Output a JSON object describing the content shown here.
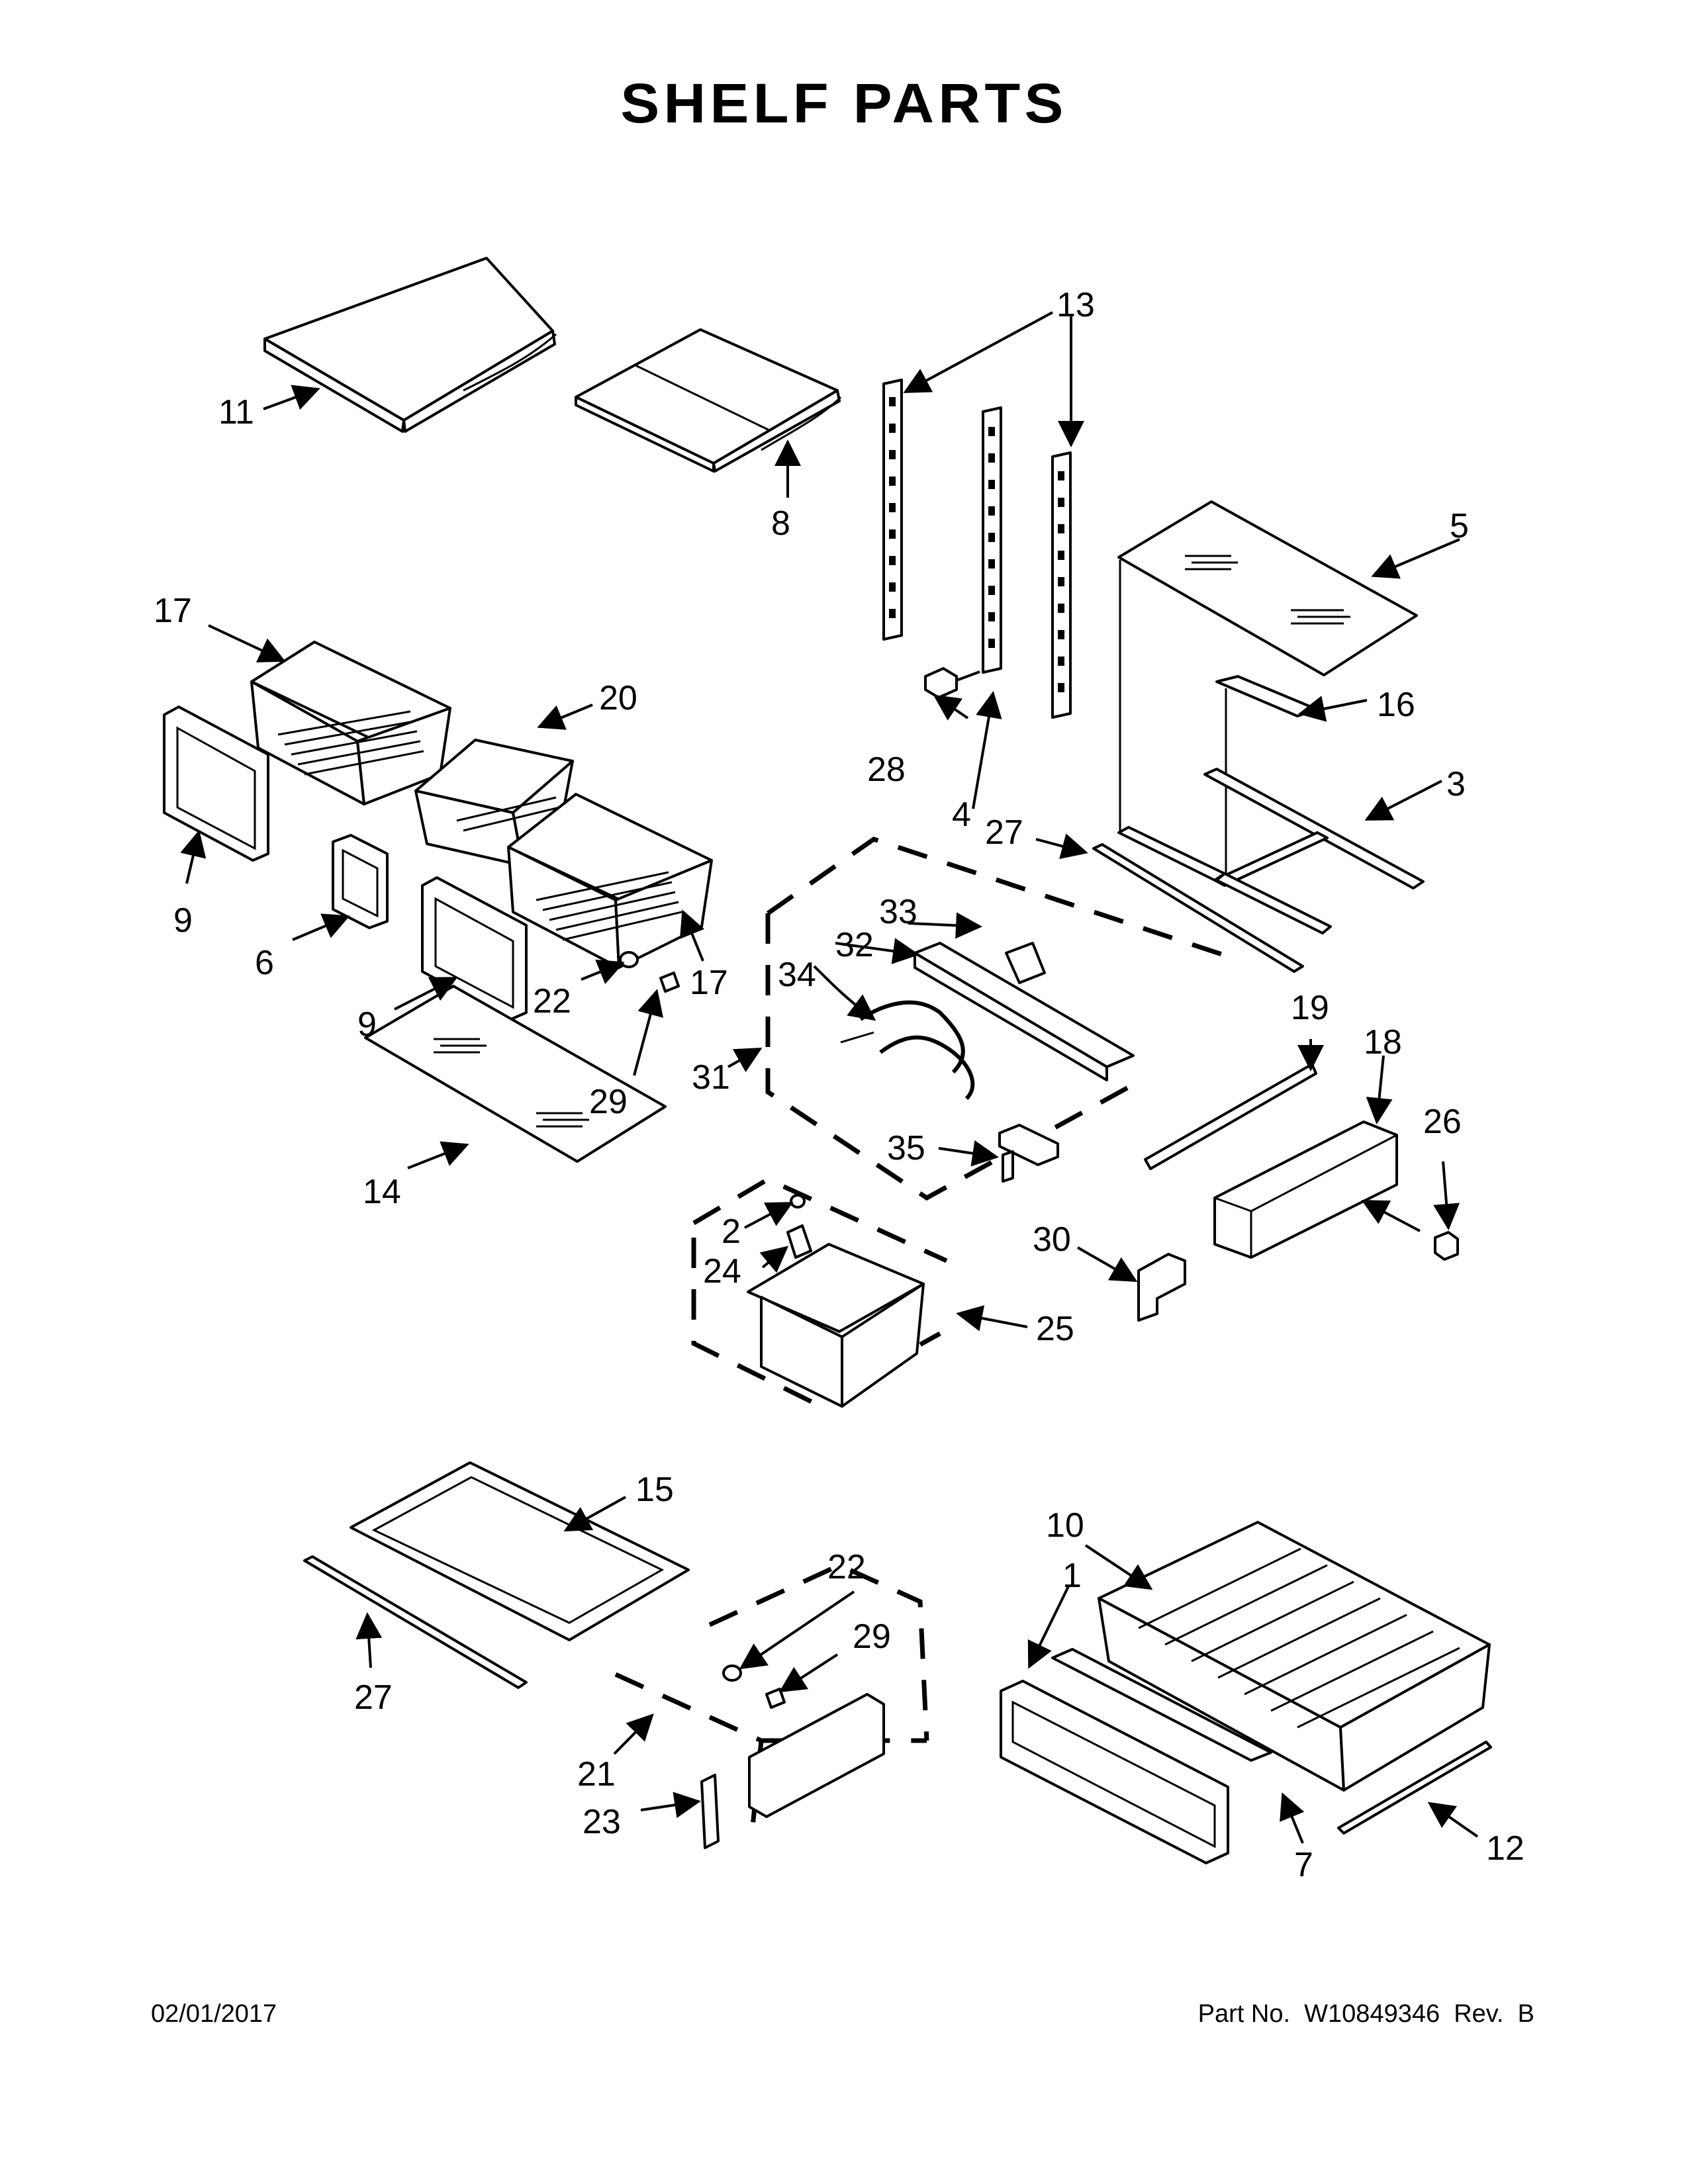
{
  "title": "SHELF PARTS",
  "footer": {
    "date": "02/01/2017",
    "part_number": "Part No.  W10849346  Rev.  B"
  },
  "callouts": {
    "c1": "1",
    "c2": "2",
    "c3": "3",
    "c4": "4",
    "c5": "5",
    "c6": "6",
    "c7": "7",
    "c8": "8",
    "c9a": "9",
    "c9b": "9",
    "c10": "10",
    "c11": "11",
    "c12": "12",
    "c13": "13",
    "c14": "14",
    "c15": "15",
    "c16": "16",
    "c17a": "17",
    "c17b": "17",
    "c18": "18",
    "c19": "19",
    "c20": "20",
    "c21": "21",
    "c22a": "22",
    "c22b": "22",
    "c23": "23",
    "c24": "24",
    "c25": "25",
    "c26": "26",
    "c27a": "27",
    "c27b": "27",
    "c28": "28",
    "c29a": "29",
    "c29b": "29",
    "c30": "30",
    "c31": "31",
    "c32": "32",
    "c33": "33",
    "c34": "34",
    "c35": "35"
  }
}
